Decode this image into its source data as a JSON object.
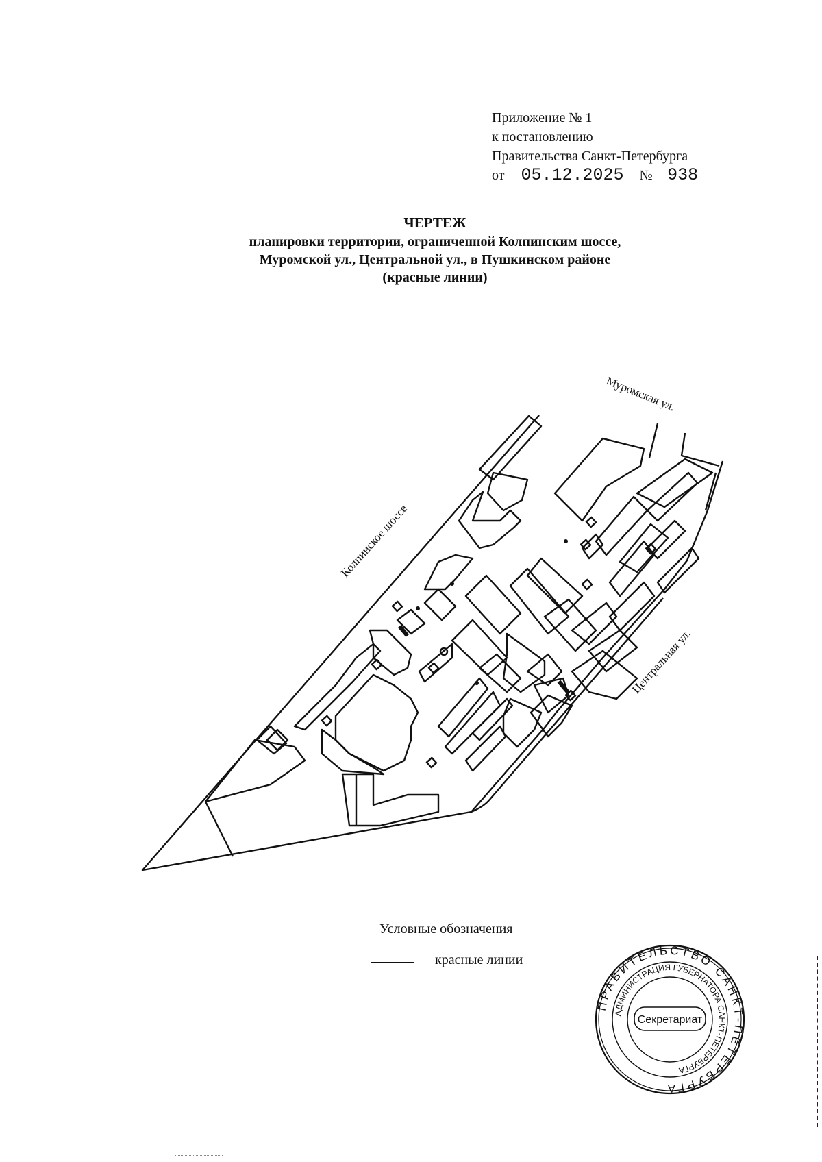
{
  "annex": {
    "line1": "Приложение № 1",
    "line2": "к постановлению",
    "line3": "Правительства Санкт-Петербурга",
    "date_prefix": "от",
    "date": "05.12.2025",
    "number_prefix": "№",
    "number": "938"
  },
  "title": {
    "main": "ЧЕРТЕЖ",
    "line1": "планировки территории, ограниченной Колпинским шоссе,",
    "line2": "Муромской ул., Центральной ул., в Пушкинском районе",
    "line3": "(красные линии)"
  },
  "streets": {
    "muromskaya": "Муромская ул.",
    "kolpinskoe": "Колпинское шоссе",
    "centralnaya": "Центральная ул."
  },
  "legend": {
    "title": "Условные обозначения",
    "item": "– красные линии"
  },
  "stamp": {
    "outer_text": "ПРАВИТЕЛЬСТВО САНКТ-ПЕТЕРБУРГА",
    "inner_text": "АДМИНИСТРАЦИЯ ГУБЕРНАТОРА САНКТ-ПЕТЕРБУРГА",
    "center": "Секретариат"
  }
}
